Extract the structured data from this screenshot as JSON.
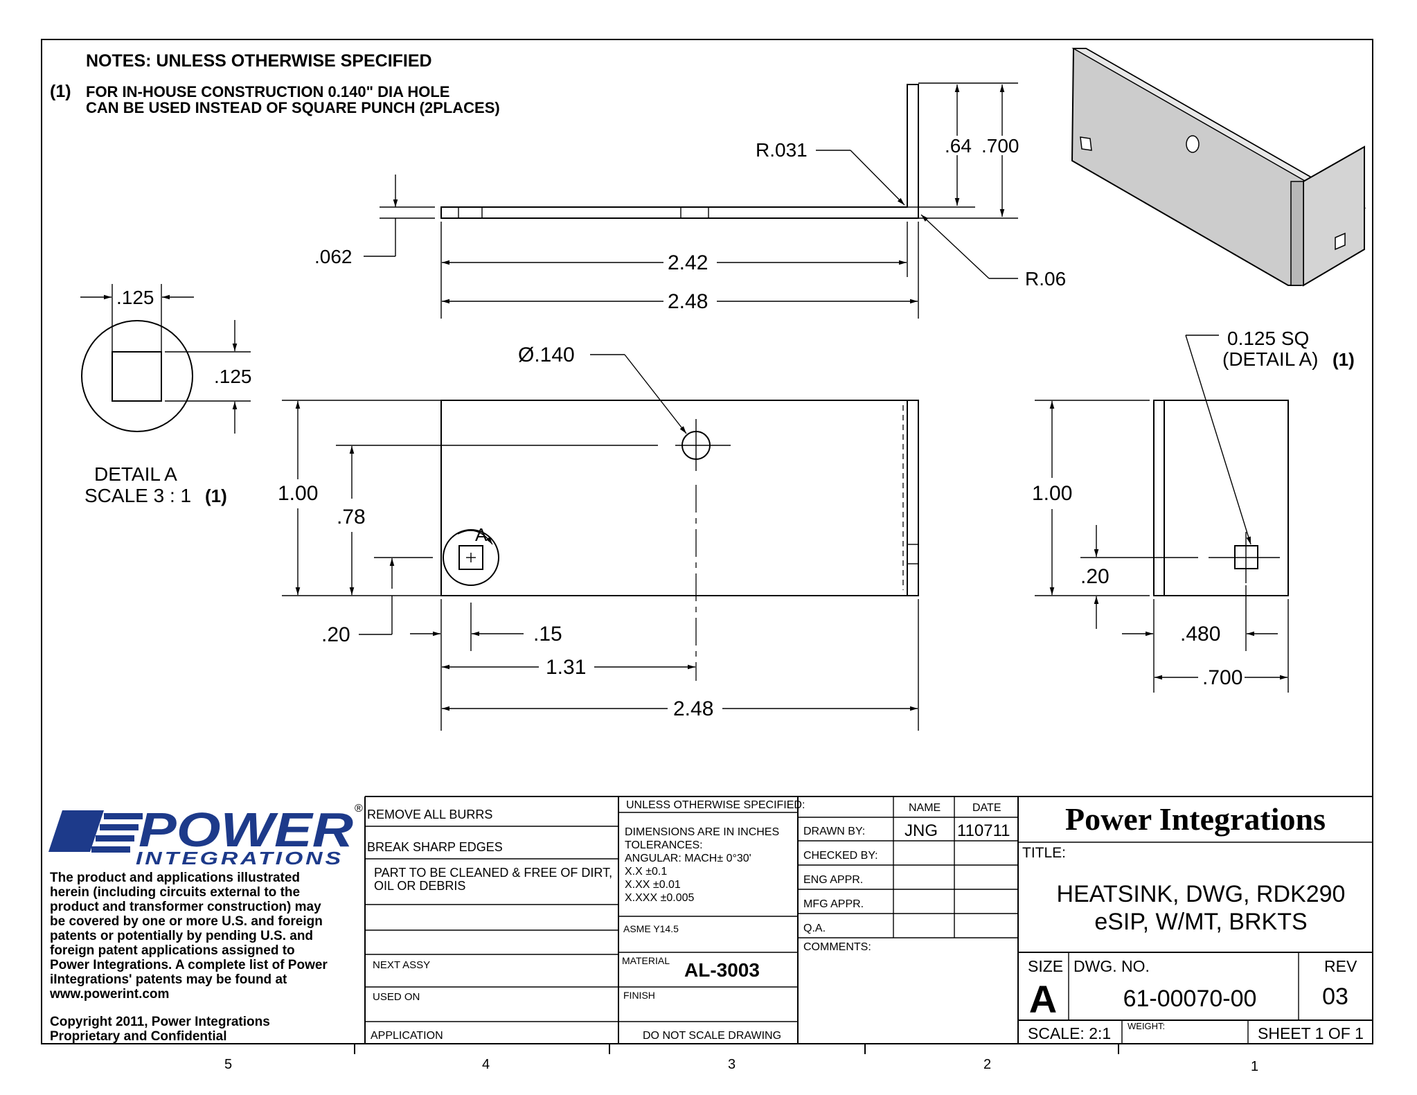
{
  "notes": {
    "heading": "NOTES: UNLESS OTHERWISE SPECIFIED",
    "item_marker": "(1)",
    "item_line1": "FOR IN-HOUSE CONSTRUCTION 0.140\" DIA HOLE",
    "item_line2": "CAN BE USED INSTEAD OF SQUARE PUNCH (2PLACES)"
  },
  "side_view": {
    "r031": "R.031",
    "d064": ".64",
    "d700": ".700",
    "t062": ".062",
    "d242": "2.42",
    "d248": "2.48",
    "r06": "R.06"
  },
  "detail_a": {
    "w": ".125",
    "h": ".125",
    "title": "DETAIL A",
    "scale": "SCALE 3 : 1",
    "ref": "(1)"
  },
  "front_view": {
    "hole": "Ø.140",
    "h100": "1.00",
    "h078": ".78",
    "h020": ".20",
    "w015": ".15",
    "w131": "1.31",
    "w248": "2.48",
    "detail_letter": "A"
  },
  "end_view": {
    "sq_line1": "0.125 SQ",
    "sq_line2": "(DETAIL A)",
    "sq_ref": "(1)",
    "h100": "1.00",
    "h020": ".20",
    "w480": ".480",
    "w700": ".700"
  },
  "logo": {
    "word1": "POWER",
    "word2": "INTEGRATIONS",
    "reg": "®",
    "blurb": [
      "The product and applications illustrated",
      "herein (including circuits external to the",
      "product and transformer construction) may",
      "be covered by one or more U.S. and foreign",
      "patents or potentially by pending U.S. and",
      "foreign patent applications assigned to",
      "Power Integrations. A complete list of Power",
      "iIntegrations' patents may be found at",
      "www.powerint.com"
    ],
    "copyright1": "Copyright 2011, Power Integrations",
    "copyright2": "Proprietary and Confidential"
  },
  "title_block": {
    "remove_burrs": "REMOVE ALL BURRS",
    "break_edges": "BREAK SHARP EDGES",
    "clean1": "PART TO BE CLEANED & FREE OF DIRT,",
    "clean2": "OIL OR DEBRIS",
    "next_assy": "NEXT ASSY",
    "used_on": "USED ON",
    "application": "APPLICATION",
    "unless": "UNLESS OTHERWISE SPECIFIED:",
    "tol1": "DIMENSIONS ARE IN INCHES",
    "tol2": "TOLERANCES:",
    "tol3": "ANGULAR: MACH±  0°30'",
    "tol4": "X.X  ±0.1",
    "tol5": "X.XX  ±0.01",
    "tol6": "X.XXX  ±0.005",
    "asme": "ASME Y14.5",
    "material_label": "MATERIAL",
    "material": "AL-3003",
    "finish_label": "FINISH",
    "no_scale": "DO NOT SCALE DRAWING",
    "name_header": "NAME",
    "date_header": "DATE",
    "drawn_by": "DRAWN BY:",
    "drawn_name": "JNG",
    "drawn_date": "110711",
    "checked_by": "CHECKED BY:",
    "eng_appr": "ENG APPR.",
    "mfg_appr": "MFG APPR.",
    "qa": "Q.A.",
    "comments": "COMMENTS:",
    "company": "Power Integrations",
    "title_label": "TITLE:",
    "title1": "HEATSINK, DWG, RDK290",
    "title2": "eSIP, W/MT, BRKTS",
    "size_label": "SIZE",
    "size": "A",
    "dwg_label": "DWG.  NO.",
    "dwg_no": "61-00070-00",
    "rev_label": "REV",
    "rev": "03",
    "scale": "SCALE: 2:1",
    "weight": "WEIGHT:",
    "sheet": "SHEET 1 OF 1"
  },
  "zones": [
    "5",
    "4",
    "3",
    "2",
    "1"
  ],
  "colors": {
    "brand_blue": "#1d3a8a",
    "iso_fill": "#c8c8c8",
    "iso_light": "#e4e4e4"
  }
}
